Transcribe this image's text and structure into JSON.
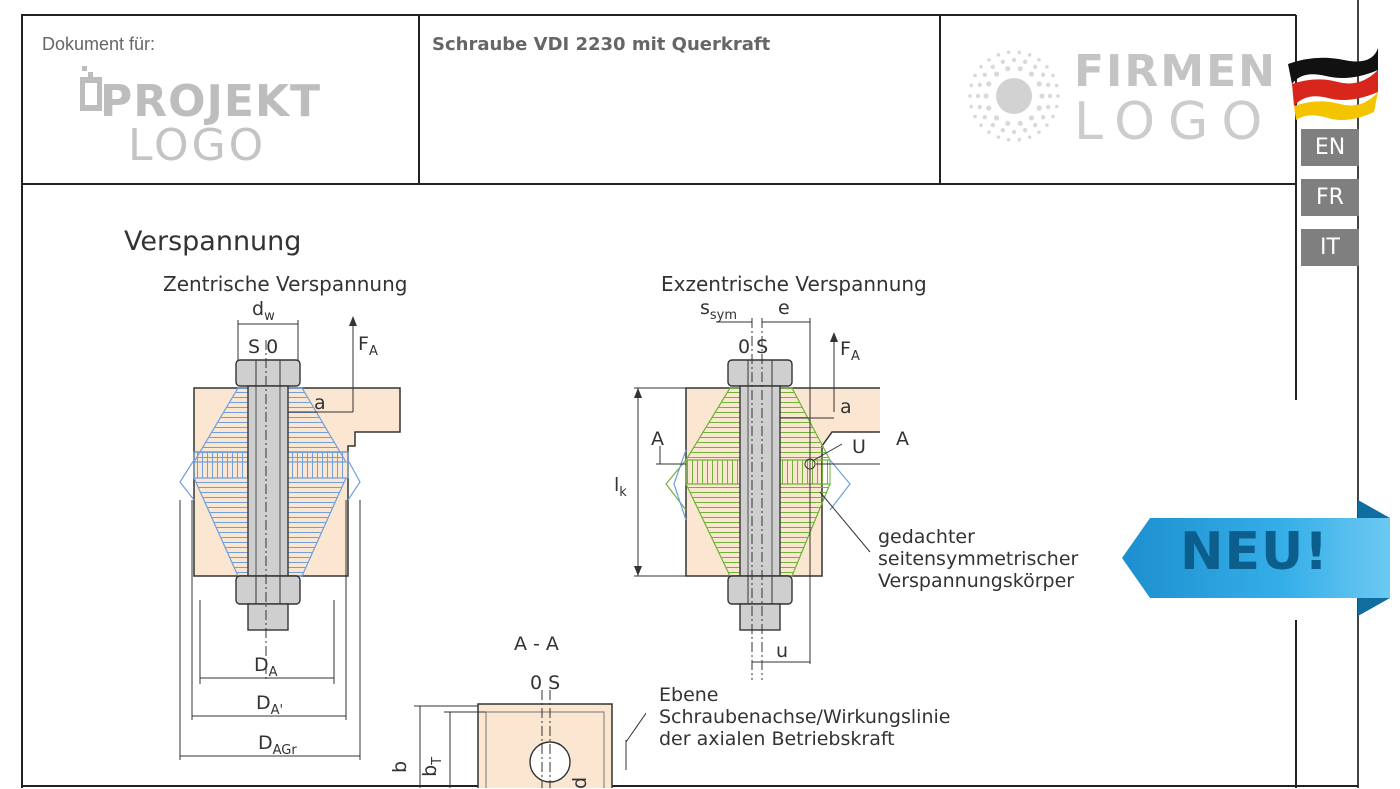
{
  "header": {
    "document_for_label": "Dokument für:",
    "project_logo": {
      "line1": "PROJEKT",
      "line2": "LOGO"
    },
    "document_title": "Schraube VDI 2230 mit Querkraft",
    "company_logo": {
      "line1": "FIRMEN",
      "line2": "LOGO"
    }
  },
  "languages": {
    "current_flag_icon": "german-flag-icon",
    "options": [
      "EN",
      "FR",
      "IT"
    ]
  },
  "badge": {
    "label": "NEU!"
  },
  "section": {
    "title": "Verspannung",
    "centric": {
      "title": "Zentrische Verspannung",
      "labels": {
        "dw": "d",
        "dw_sub": "w",
        "s0": "S 0",
        "fa": "F",
        "fa_sub": "A",
        "a": "a",
        "da": "D",
        "da_sub": "A",
        "da2": "D",
        "da2_sub": "A'",
        "dagr": "D",
        "dagr_sub": "AGr"
      }
    },
    "eccentric": {
      "title": "Exzentrische Verspannung",
      "labels": {
        "ssym": "s",
        "ssym_sub": "sym",
        "e": "e",
        "zero_s": "0 S",
        "fa": "F",
        "fa_sub": "A",
        "a": "a",
        "a_left": "A",
        "a_right": "A",
        "u_right": "U",
        "lk": "l",
        "lk_sub": "k",
        "u_bottom": "u"
      },
      "annotation": [
        "gedachter",
        "seitensymmetrischer",
        "Verspannungskörper"
      ]
    },
    "section_aa": {
      "title": "A - A",
      "zero_s": "0 S",
      "b": "b",
      "bt": "b",
      "bt_sub": "T",
      "d": "d",
      "annotation": [
        "Ebene",
        "Schraubenachse/Wirkungslinie",
        "der axialen Betriebskraft"
      ]
    }
  },
  "colors": {
    "clamped_part": "#fbe6d2",
    "blue_hatch": "#6f9fdc",
    "green_hatch": "#6fb33a",
    "bolt_gray": "#cfcfcf",
    "lang_button": "#7f7f7f",
    "badge": "#35aee8"
  }
}
